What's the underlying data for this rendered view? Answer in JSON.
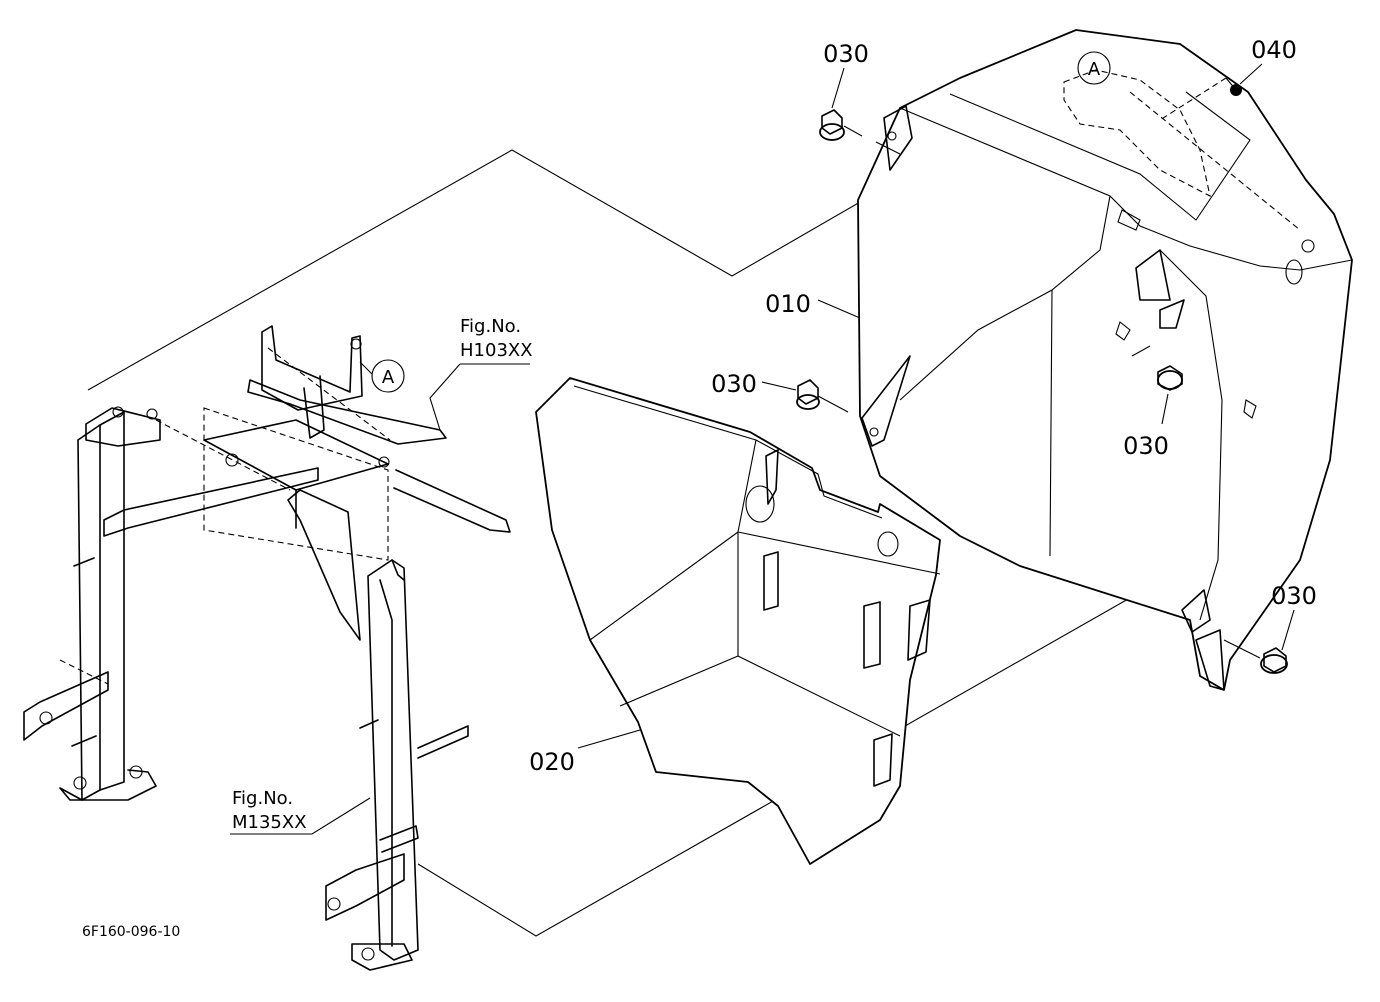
{
  "diagram": {
    "parts": [
      {
        "id": "p010",
        "number": "010"
      },
      {
        "id": "p020",
        "number": "020"
      },
      {
        "id": "p030a",
        "number": "030"
      },
      {
        "id": "p030b",
        "number": "030"
      },
      {
        "id": "p030c",
        "number": "030"
      },
      {
        "id": "p030d",
        "number": "030"
      },
      {
        "id": "p040",
        "number": "040"
      }
    ],
    "references": [
      {
        "caption": "Fig.No.",
        "code": "H103XX"
      },
      {
        "caption": "Fig.No.",
        "code": "M135XX"
      }
    ],
    "callout_letter": "A",
    "drawing_number": "6F160-096-10"
  }
}
